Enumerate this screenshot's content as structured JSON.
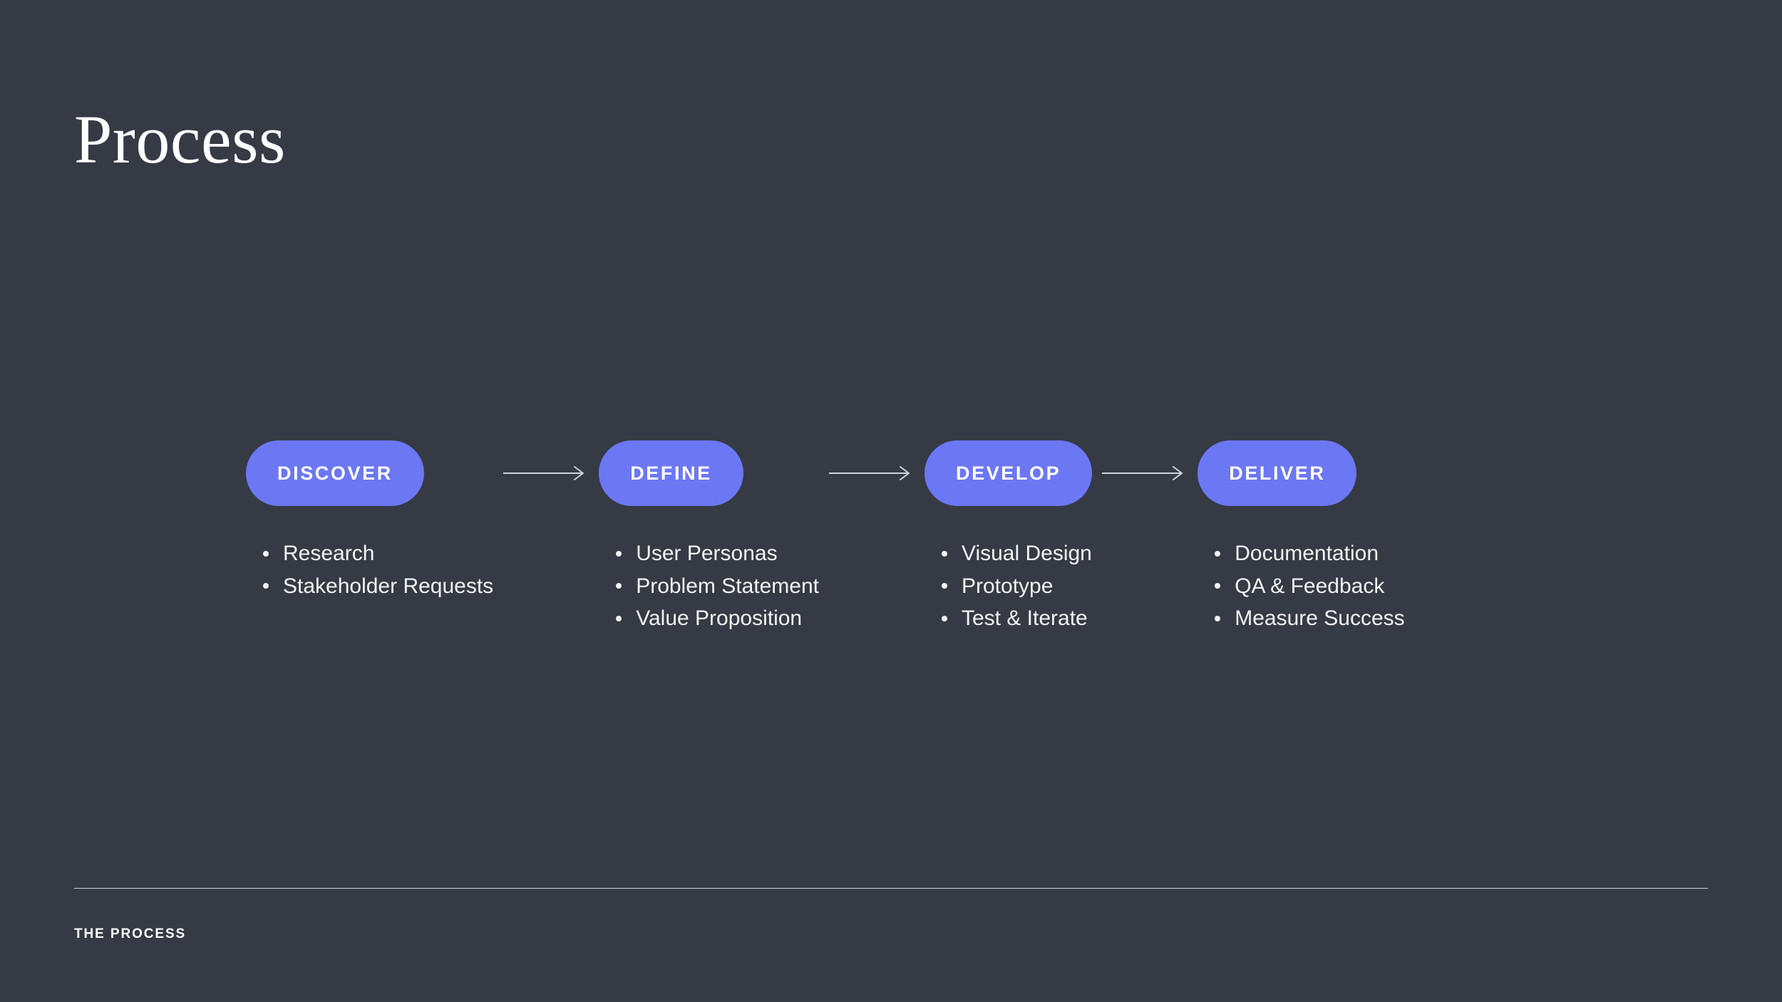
{
  "slide": {
    "title": "Process",
    "background_color": "#353a44",
    "accent_color": "#6c77f4",
    "text_color": "#f2f3f5"
  },
  "flow": {
    "connector_icon": "arrow-right-icon",
    "stages": [
      {
        "label": "DISCOVER",
        "items": [
          "Research",
          "Stakeholder Requests"
        ]
      },
      {
        "label": "DEFINE",
        "items": [
          "User Personas",
          "Problem Statement",
          "Value Proposition"
        ]
      },
      {
        "label": "DEVELOP",
        "items": [
          "Visual Design",
          "Prototype",
          "Test & Iterate"
        ]
      },
      {
        "label": "DELIVER",
        "items": [
          "Documentation",
          "QA & Feedback",
          "Measure Success"
        ]
      }
    ]
  },
  "footer": {
    "label": "THE PROCESS"
  }
}
